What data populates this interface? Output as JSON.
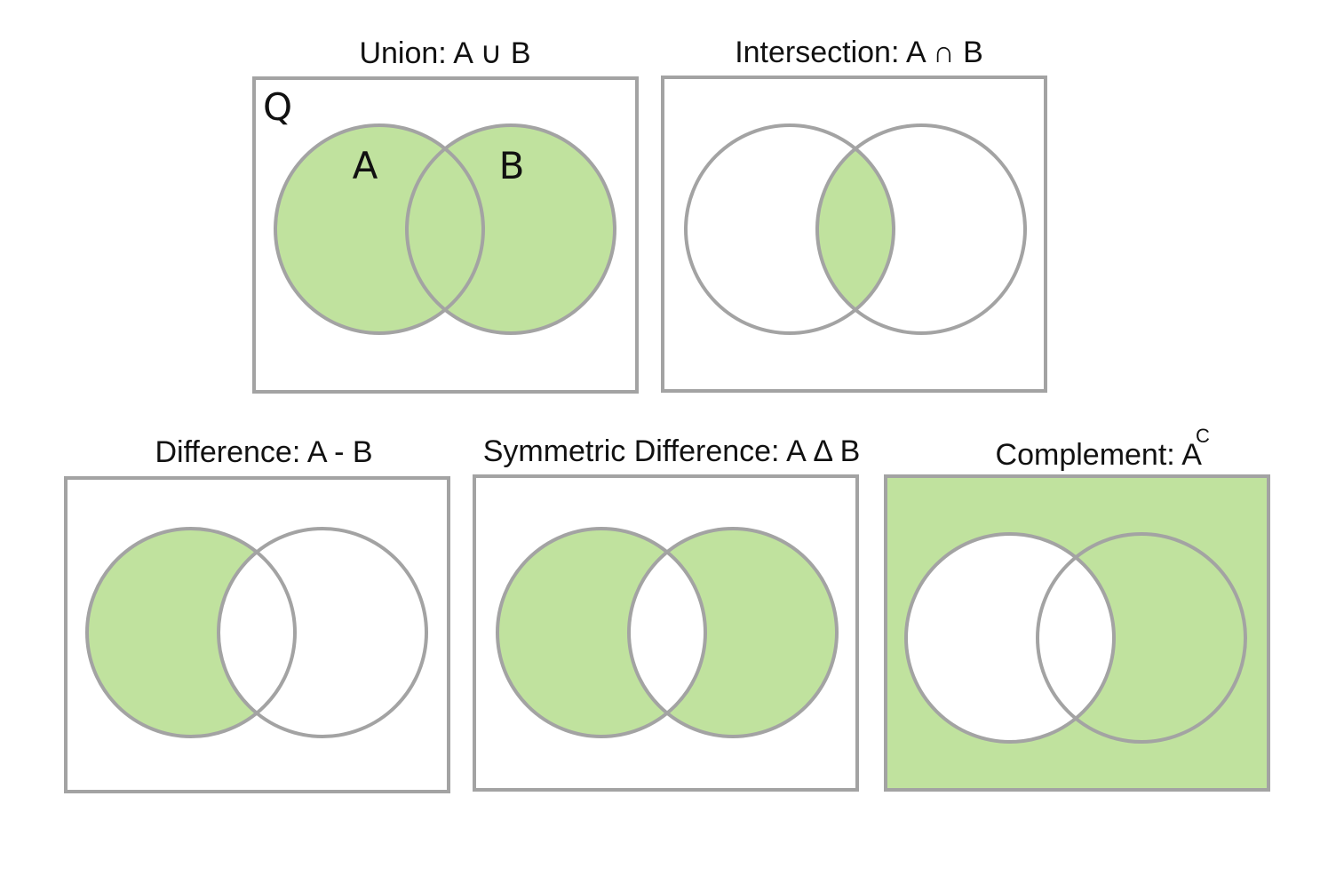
{
  "colors": {
    "fill": "#c0e29e",
    "stroke": "#a3a3a3",
    "background": "#ffffff"
  },
  "universe_label": "Q",
  "set_labels": {
    "a": "A",
    "b": "B"
  },
  "panels": [
    {
      "id": "union",
      "title": "Union: A ∪ B",
      "shaded_region": "A or B"
    },
    {
      "id": "intersection",
      "title": "Intersection: A ∩ B",
      "shaded_region": "A and B"
    },
    {
      "id": "difference",
      "title": "Difference: A - B",
      "shaded_region": "A only"
    },
    {
      "id": "symmetric-difference",
      "title": "Symmetric Difference: A Δ B",
      "shaded_region": "A only and B only"
    },
    {
      "id": "complement",
      "title": "Complement: A",
      "title_superscript": "C",
      "shaded_region": "outside A"
    }
  ]
}
